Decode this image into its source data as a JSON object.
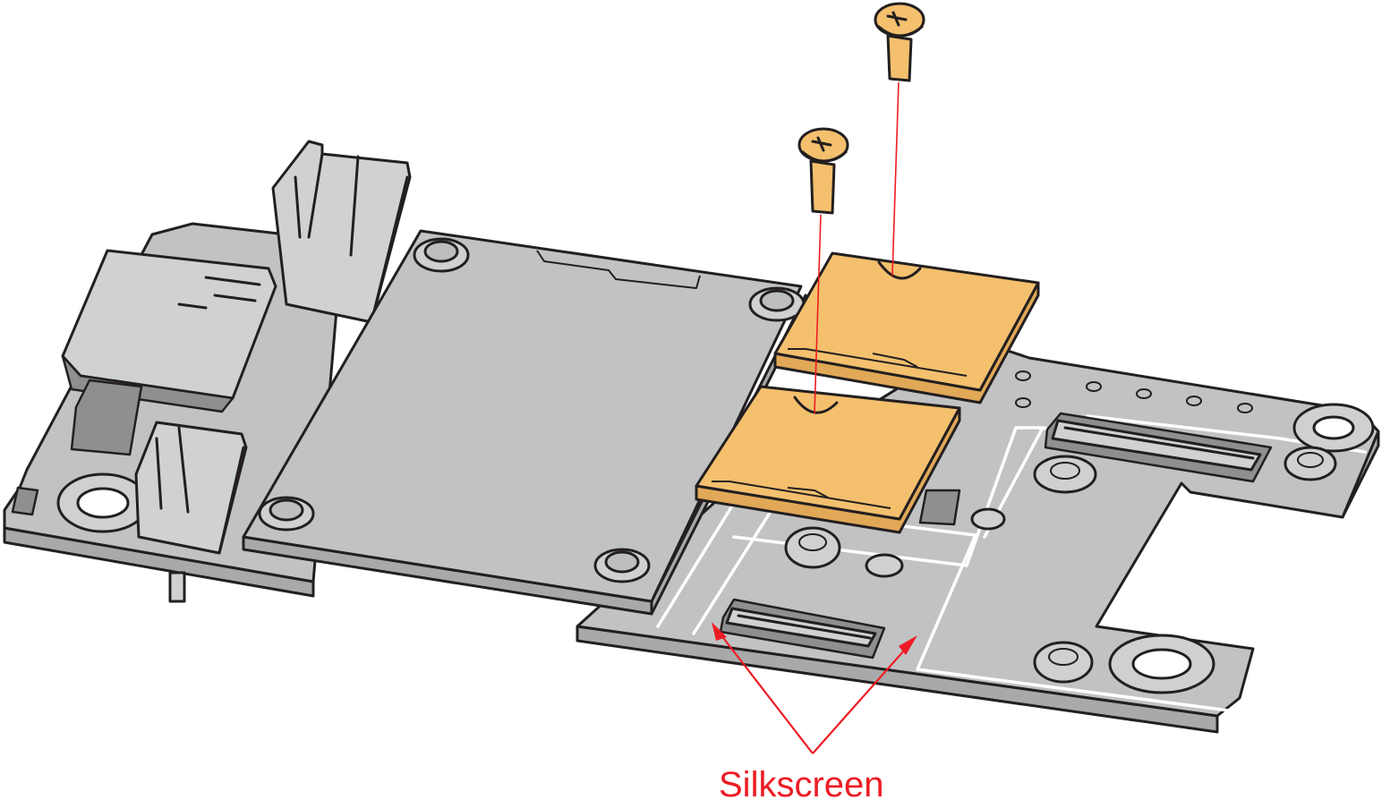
{
  "callout": {
    "label": "Silkscreen",
    "color": "#ed1c24"
  },
  "colors": {
    "board": "#c1c2c4",
    "thermal_pad": "#f4c06e",
    "outline": "#231f20",
    "silkscreen": "#ffffff"
  },
  "parts": {
    "screws": 2,
    "thermal_pads": 2
  }
}
